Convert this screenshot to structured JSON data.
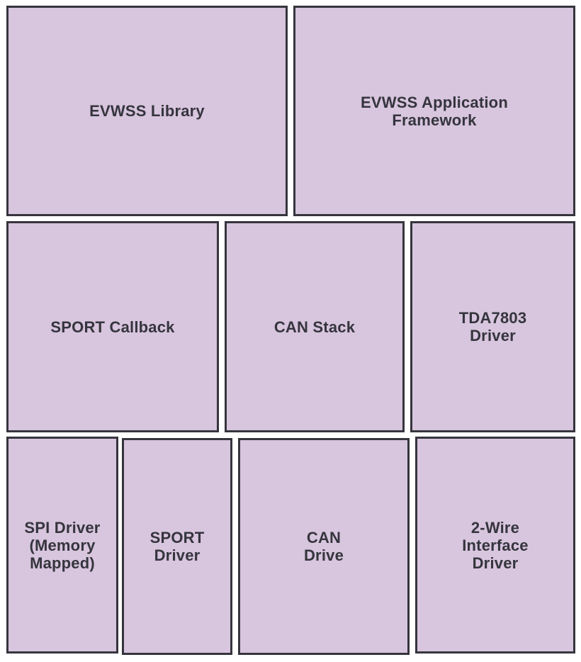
{
  "diagram": {
    "colors": {
      "block_fill": "#d8c5de",
      "block_border": "#35353d",
      "text": "#35353d"
    },
    "row1": {
      "evwss_library": "EVWSS Library",
      "evwss_app_framework": "EVWSS Application\nFramework"
    },
    "row2": {
      "sport_callback": "SPORT Callback",
      "can_stack": "CAN Stack",
      "tda7803_driver": "TDA7803\nDriver"
    },
    "row3": {
      "spi_driver": "SPI Driver\n(Memory\nMapped)",
      "sport_driver": "SPORT\nDriver",
      "can_drive": "CAN\nDrive",
      "two_wire_driver": "2-Wire\nInterface\nDriver"
    }
  }
}
